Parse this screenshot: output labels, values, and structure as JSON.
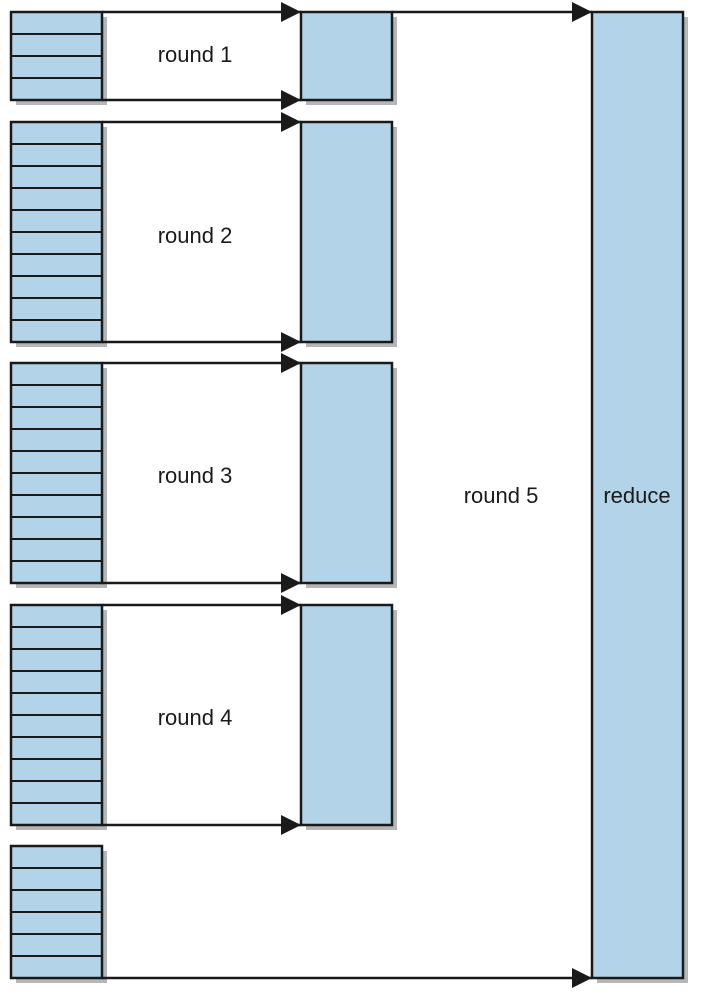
{
  "colors": {
    "fill": "#b3d4e8",
    "stroke": "#1a1a1a",
    "shadow": "#7a7a7a"
  },
  "rounds": [
    {
      "label": "round 1",
      "segments": 4
    },
    {
      "label": "round 2",
      "segments": 10
    },
    {
      "label": "round 3",
      "segments": 10
    },
    {
      "label": "round 4",
      "segments": 10
    }
  ],
  "final_round": {
    "label": "round 5",
    "segments": 6
  },
  "reduce": {
    "label": "reduce"
  }
}
